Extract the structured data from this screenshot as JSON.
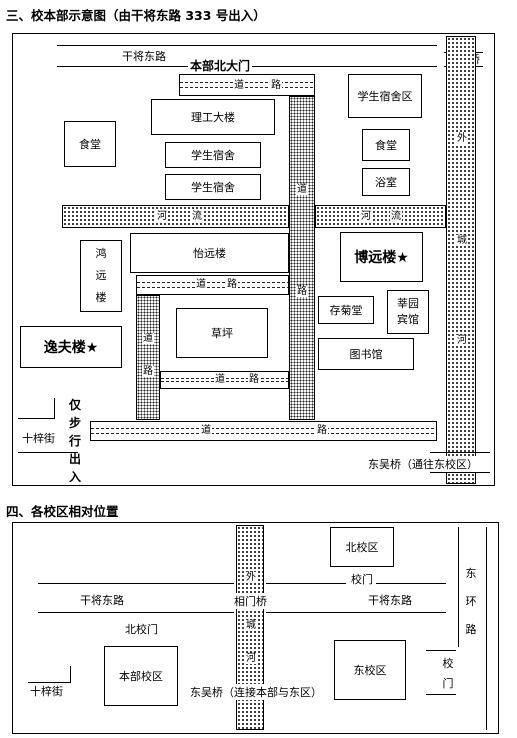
{
  "section3": {
    "heading": "三、校本部示意图（由干将东路 333 号出入）",
    "road_ganjiang": "干将东路",
    "north_gate": "本部北大门",
    "xiangmen_bridge": "相门桥",
    "road_char_dao": "道",
    "road_char_lu": "路",
    "river_char_he": "河",
    "river_char_liu": "流",
    "moat_chars": [
      "外",
      "城",
      "河"
    ],
    "buildings": {
      "ligong": "理工大楼",
      "canteen_left": "食堂",
      "dorm1": "学生宿舍",
      "dorm2": "学生宿舍",
      "dorm_area": "学生宿舍区",
      "canteen_right": "食堂",
      "bathroom": "浴室",
      "yiyuan": "怡远楼",
      "boyuan": "博远楼★",
      "hongyuan": "鸿远楼",
      "lawn": "草坪",
      "cunju": "存菊堂",
      "pingyuan": "莘园宾馆",
      "library": "图书馆",
      "yifu": "逸夫楼★"
    },
    "walk_only": "仅步行出入",
    "shizi_street": "十梓街",
    "dongwu_bridge": "东吴桥（通往东校区）"
  },
  "section4": {
    "heading": "四、各校区相对位置",
    "north_campus": "北校区",
    "gate_top": "校门",
    "ganjiang_left": "干将东路",
    "ganjiang_right": "干将东路",
    "xiangmen_bridge": "相门桥",
    "north_gate": "北校门",
    "moat_chars": [
      "外",
      "城",
      "河"
    ],
    "dong_huan_road": "东环路",
    "main_campus": "本部校区",
    "east_campus": "东校区",
    "shizi_street": "十梓街",
    "dongwu_bridge": "东吴桥（连接本部与东区）",
    "gate_right": "校门"
  }
}
